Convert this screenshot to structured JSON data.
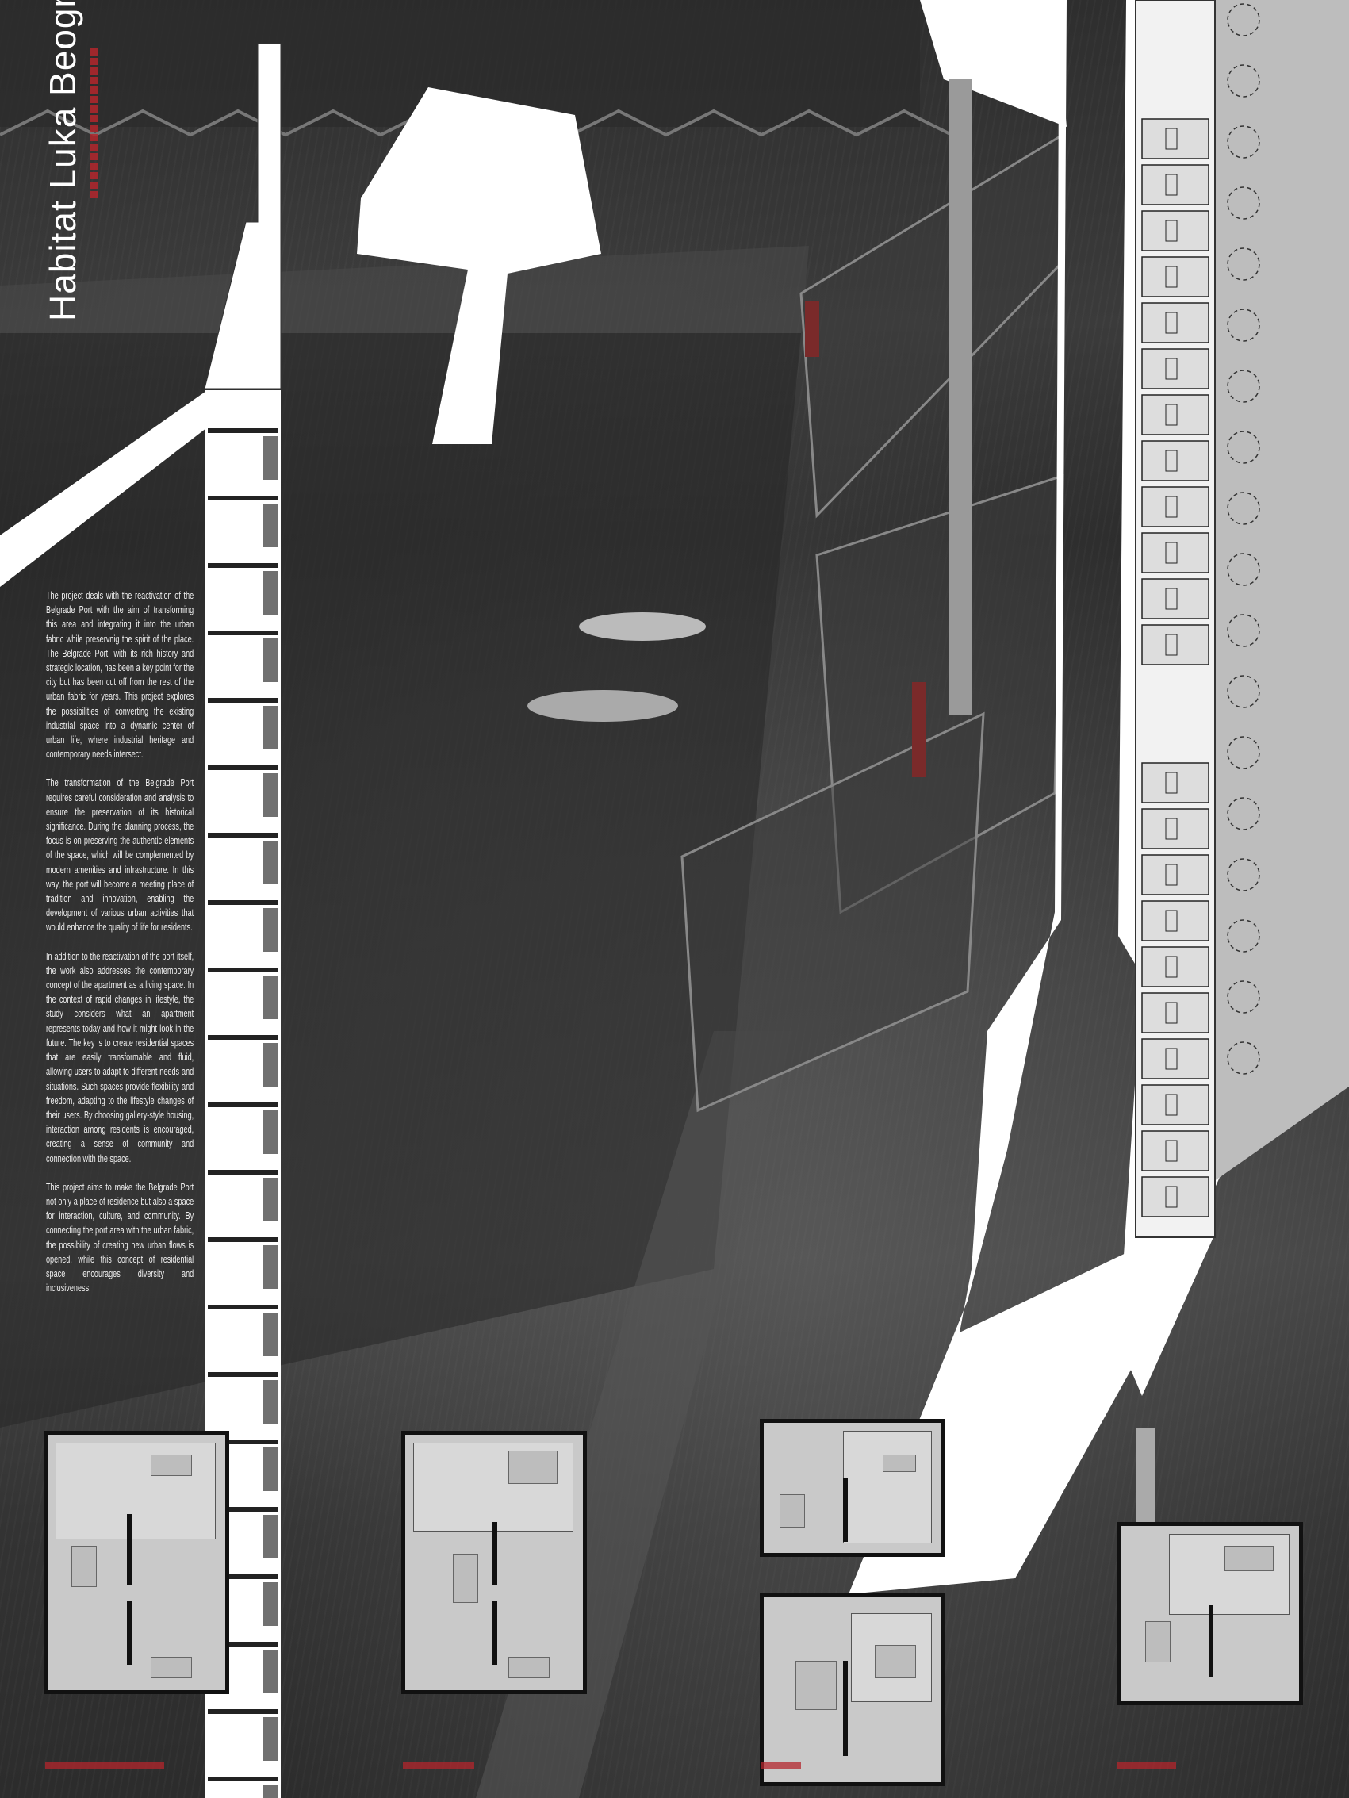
{
  "poster": {
    "title": "Habitat Luka Beograd",
    "subtitle": "Life in the Port Ensemble",
    "accent_color": "#c0272d",
    "paragraphs": [
      "The project deals with the reactivation of the Belgrade Port with the aim of transforming this area and integrating it into the urban fabric while preservnig the spirit of the place. The Belgrade Port, with its rich history and strategic location, has been a key point for the city but has been cut off from the rest of the urban fabric for years. This project explores the possibilities of converting the existing industrial space into a dynamic center of urban life, where industrial heritage and contemporary needs intersect.",
      "The transformation of the Belgrade Port requires careful consideration and analysis to ensure the preservation of its historical significance. During the planning process, the focus is on preserving the authentic elements of the space, which will be complemented by modern amenities and infrastructure. In this way, the port will become a meeting place of tradition and innovation, enabling the development of various urban activities that would enhance the quality of life for residents.",
      "In addition to the reactivation of the port itself, the work also addresses the contemporary concept of the apartment as a living space. In the context of rapid changes in lifestyle, the study considers what an apartment represents today and how it might look in the future. The key is to create residential spaces that are easily transformable and fluid, allowing users to adapt to different needs and situations. Such spaces provide flexibility and freedom, adapting to the lifestyle changes of their users. By choosing gallery-style housing, interaction among residents is encouraged, creating a sense of community and connection with the space.",
      "This project aims to make the Belgrade Port not only a place of residence but also a space for interaction, culture, and community. By connecting the port area with the urban fabric, the possibility of creating new urban flows is opened, while this concept of residential space encourages diversity and inclusiveness."
    ]
  }
}
